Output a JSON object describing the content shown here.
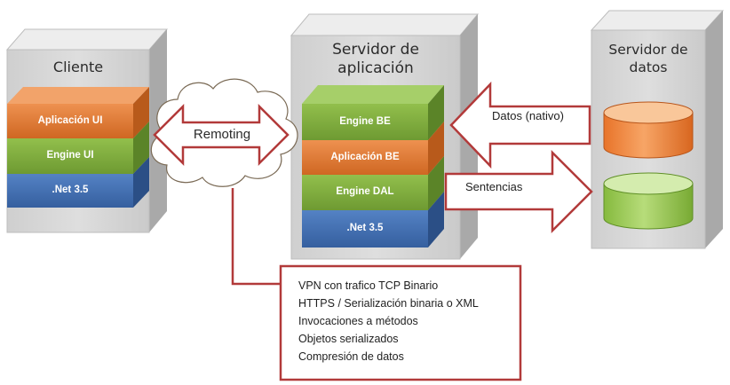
{
  "client": {
    "title": "Cliente",
    "layers": [
      "Aplicación UI",
      "Engine UI",
      ".Net 3.5"
    ]
  },
  "app_server": {
    "title_line1": "Servidor de",
    "title_line2": "aplicación",
    "layers": [
      "Engine BE",
      "Aplicación BE",
      "Engine DAL",
      ".Net 3.5"
    ]
  },
  "data_server": {
    "title_line1": "Servidor de",
    "title_line2": "datos"
  },
  "remoting_label": "Remoting",
  "arrows": {
    "data_native": "Datos (nativo)",
    "statements": "Sentencias"
  },
  "notes": [
    "VPN con trafico TCP Binario",
    "HTTPS / Serialización binaria o XML",
    "Invocaciones a métodos",
    "Objetos serializados",
    "Compresión de datos"
  ],
  "colors": {
    "orange": "#e0772c",
    "green": "#7aa63a",
    "blue": "#3f6cb0",
    "arrow_red": "#b23a3a",
    "box_gray": "#d9d9d9"
  }
}
